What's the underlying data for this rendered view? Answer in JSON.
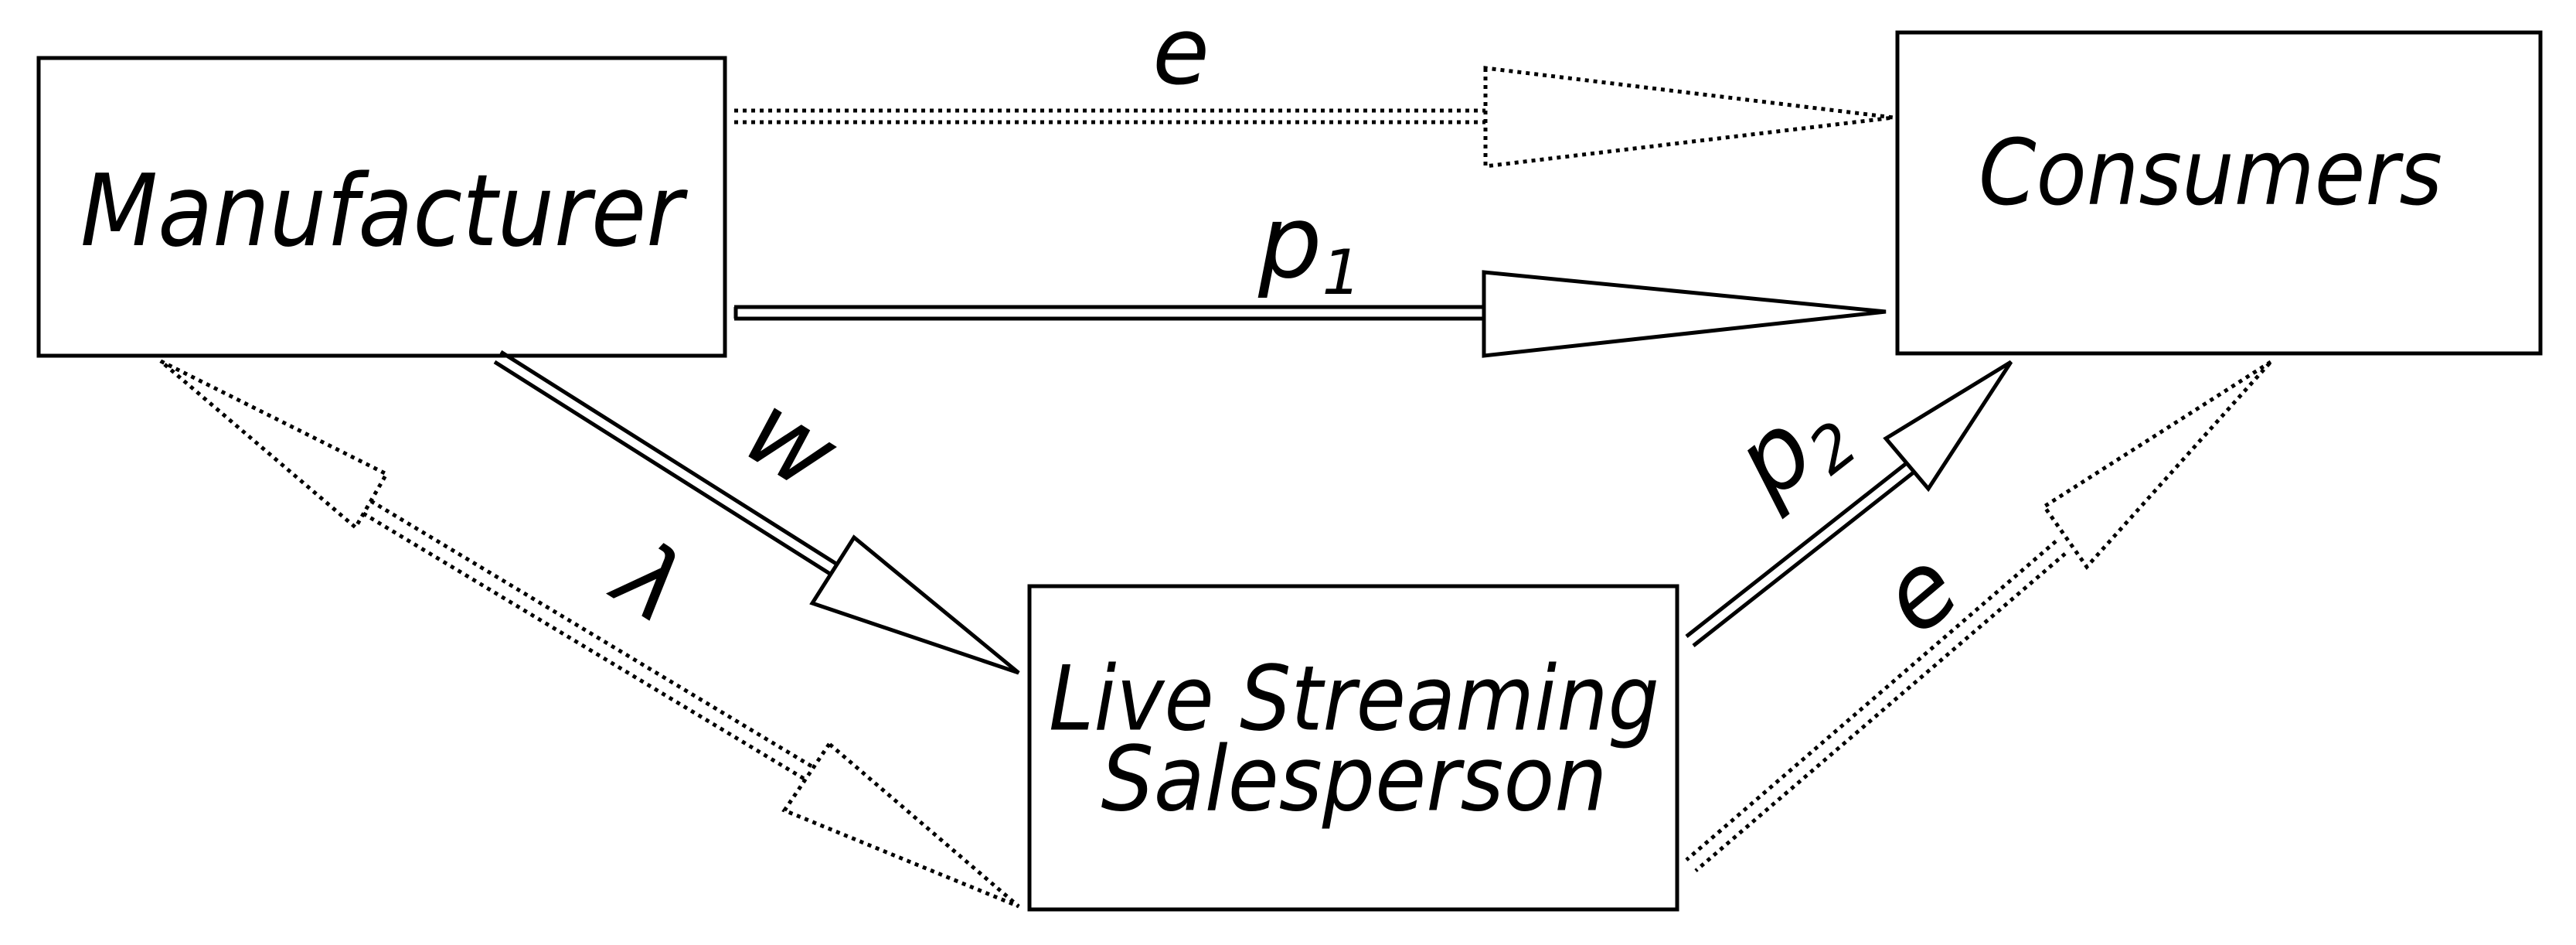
{
  "nodes": {
    "manufacturer": "Manufacturer",
    "consumers": "Consumers",
    "salesperson_line1": "Live Streaming",
    "salesperson_line2": "Salesperson"
  },
  "edges": {
    "manufacturer_to_consumers_dotted": {
      "symbol": "e"
    },
    "manufacturer_to_consumers_solid": {
      "symbol": "p",
      "subscript": "1"
    },
    "manufacturer_to_salesperson": {
      "symbol": "w"
    },
    "salesperson_to_manufacturer": {
      "symbol": "λ"
    },
    "salesperson_to_consumers_solid": {
      "symbol": "p",
      "subscript": "2"
    },
    "salesperson_to_consumers_dotted": {
      "symbol": "e"
    }
  }
}
